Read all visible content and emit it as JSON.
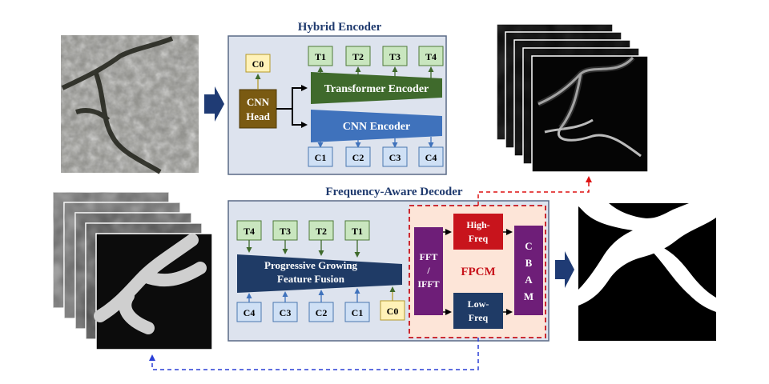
{
  "encoder": {
    "title": "Hybrid Encoder",
    "cnn_head": [
      "CNN",
      "Head"
    ],
    "c0": "C0",
    "transformer": "Transformer Encoder",
    "cnn_encoder": "CNN Encoder",
    "t_tokens": [
      "T1",
      "T2",
      "T3",
      "T4"
    ],
    "c_tokens": [
      "C1",
      "C2",
      "C3",
      "C4"
    ]
  },
  "decoder": {
    "title": "Frequency-Aware Decoder",
    "t_inputs": [
      "T4",
      "T3",
      "T2",
      "T1"
    ],
    "c_inputs": [
      "C4",
      "C3",
      "C2",
      "C1"
    ],
    "c0": "C0",
    "fusion": [
      "Progressive Growing",
      "Feature Fusion"
    ],
    "fft": [
      "FFT",
      "/",
      "IFFT"
    ],
    "fpcm": "FPCM",
    "high_freq": [
      "High-",
      "Freq"
    ],
    "low_freq": [
      "Low-",
      "Freq"
    ],
    "cbam": [
      "C",
      "B",
      "A",
      "M"
    ]
  },
  "colors": {
    "panel_bg": "#dde3ee",
    "panel_border": "#5a6a86",
    "token_green": "#c9e6bf",
    "token_green_border": "#4e7a3a",
    "token_blue": "#cfe0f5",
    "token_blue_border": "#4a77b0",
    "token_yellow": "#fff2b8",
    "cnn_head": "#7a5a12",
    "transformer": "#3f6a2c",
    "cnn_encoder": "#3f72bc",
    "fusion": "#1f3b66",
    "purple": "#6e1e78",
    "high_freq": "#c8141c",
    "low_freq": "#1f3b66",
    "fpcm_bg": "#fde5d8",
    "fpcm_border": "#c8141c",
    "title": "#1f3a6e",
    "arrow_big": "#1f3b74"
  },
  "icons": [
    "input-crack-image",
    "feature-maps-stack",
    "segmentation-output",
    "decoder-maps-stack"
  ]
}
